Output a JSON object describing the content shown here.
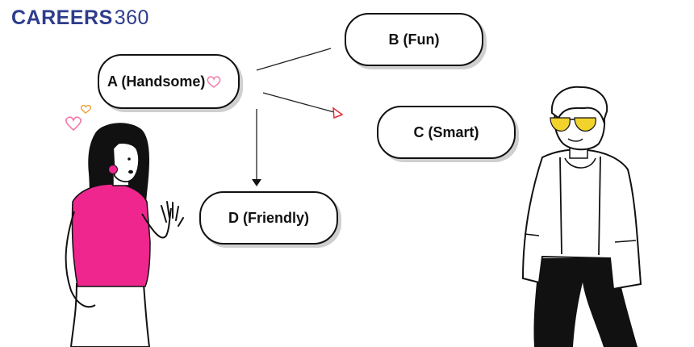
{
  "brand": {
    "name_bold": "CAREERS",
    "name_light": "360",
    "color": "#2e3d8c"
  },
  "nodes": {
    "a": {
      "label": "A (Handsome)"
    },
    "b": {
      "label": "B (Fun)"
    },
    "c": {
      "label": "C (Smart)"
    },
    "d": {
      "label": "D (Friendly)"
    }
  },
  "colors": {
    "accent_pink": "#f0268f",
    "heart": "#f07aa8",
    "glasses": "#f2d32c",
    "arrow_red": "#e0303a"
  }
}
